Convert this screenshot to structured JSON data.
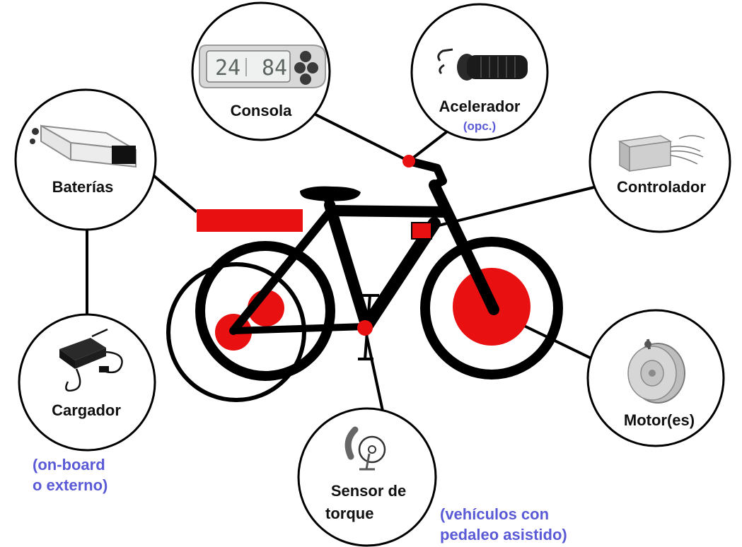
{
  "components": {
    "consola": {
      "label": "Consola",
      "icon": "display-console-icon",
      "display_digits_left": "24",
      "display_digits_right": "84"
    },
    "acelerador": {
      "label": "Acelerador",
      "note": "(opc.)",
      "icon": "throttle-grip-icon"
    },
    "baterias": {
      "label": "Baterías",
      "icon": "battery-pack-icon"
    },
    "controlador": {
      "label": "Controlador",
      "icon": "controller-box-icon"
    },
    "cargador": {
      "label": "Cargador",
      "note_line1": "(on-board",
      "note_line2": "o externo)",
      "icon": "charger-icon"
    },
    "motor": {
      "label": "Motor(es)",
      "icon": "hub-motor-icon"
    },
    "sensor": {
      "label_line1": "Sensor de",
      "label_line2": "torque",
      "note_line1": "(vehículos con",
      "note_line2": "pedaleo asistido)",
      "icon": "torque-sensor-icon"
    }
  },
  "colors": {
    "bike": "#000000",
    "highlight": "#e81010",
    "note_text": "#5a5ad6",
    "label_text": "#111111",
    "circle_border": "#000000"
  }
}
